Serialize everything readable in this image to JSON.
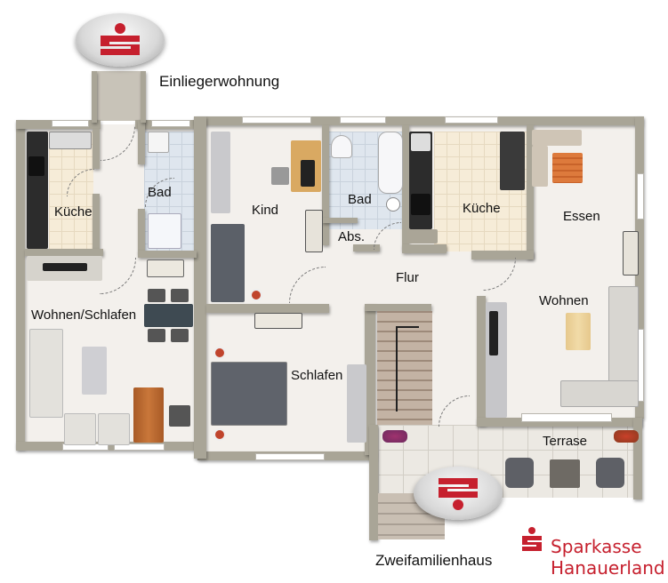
{
  "title_units": {
    "top_unit": "Einliegerwohnung",
    "bottom_unit": "Zweifamilienhaus"
  },
  "rooms": {
    "kueche_left": "Küche",
    "bad_left": "Bad",
    "wohnen_schlafen": "Wohnen/Schlafen",
    "kind": "Kind",
    "bad_right": "Bad",
    "abs": "Abs.",
    "kueche_right": "Küche",
    "essen": "Essen",
    "flur": "Flur",
    "wohnen": "Wohnen",
    "schlafen": "Schlafen",
    "terrase": "Terrase"
  },
  "brand": {
    "line1": "Sparkasse",
    "line2": "Hanauerland",
    "color": "#c6202e",
    "icon": "sparkasse-s-icon"
  },
  "colors": {
    "wall": "#a9a597",
    "floor": "#f3f0ec",
    "bath_tile": "#dfe6ee",
    "kitchen_tile": "#f6ecd8"
  }
}
